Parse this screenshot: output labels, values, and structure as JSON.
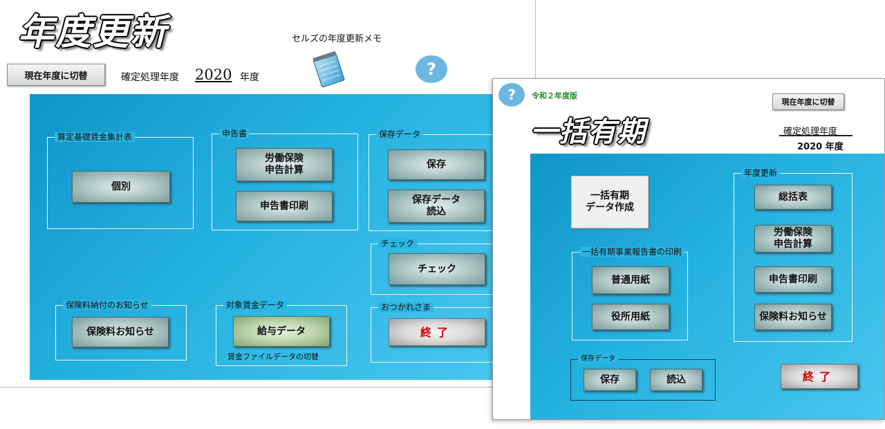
{
  "back_window": {
    "title": "年度更新",
    "switch_button": "現在年度に切替",
    "kakutei_label": "確定処理年度",
    "year": "2020",
    "nendo_suffix": "年度",
    "memo_label": "セルズの年度更新メモ",
    "memo_icon": "notepad-icon",
    "help": "?",
    "groups": {
      "santei": {
        "title": "算定基礎賃金集計表",
        "button": "個別"
      },
      "shinkoku": {
        "title": "申告書",
        "calc_button": "労働保険\n申告計算",
        "print_button": "申告書印刷"
      },
      "hozon": {
        "title": "保存データ",
        "save_button": "保存",
        "load_button": "保存データ\n読込"
      },
      "check": {
        "title": "チェック",
        "button": "チェック"
      },
      "hokenryo": {
        "title": "保険料納付のお知らせ",
        "button": "保険料お知らせ"
      },
      "taisho": {
        "title": "対象賃金データ",
        "button": "給与データ",
        "note": "賃金ファイルデータの切替"
      },
      "otsukare": {
        "title": "おつかれさま",
        "button": "終了"
      }
    }
  },
  "front_window": {
    "help": "?",
    "reiwa_label": "令和２年度版",
    "title": "一括有期",
    "switch_button": "現在年度に切替",
    "kakutei_label": "確定処理年度",
    "year_text": "2020 年度",
    "create_button": "一括有期\nデータ作成",
    "report_print_group": {
      "title": "一括有期事業報告書の印刷",
      "normal_button": "普通用紙",
      "office_button": "役所用紙"
    },
    "nendo_group": {
      "title": "年度更新",
      "summary_button": "総括表",
      "calc_button": "労働保険\n申告計算",
      "print_button": "申告書印刷",
      "notice_button": "保険料お知らせ"
    },
    "hozon_group": {
      "title": "保存データ",
      "save_button": "保存",
      "load_button": "読込"
    },
    "exit_button": "終了"
  },
  "colors": {
    "panel_blue": "#25b2e0",
    "help_blue": "#6cb7df",
    "exit_red": "#d00000",
    "reiwa_green": "#2a8a2a"
  }
}
